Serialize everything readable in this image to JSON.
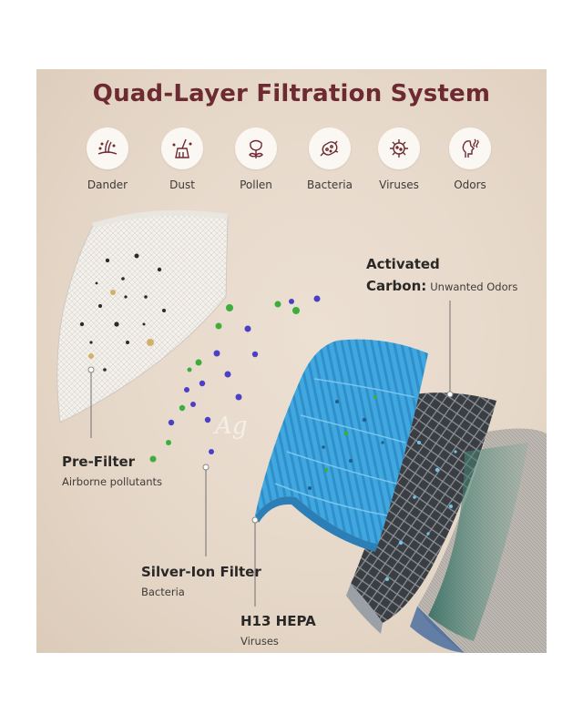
{
  "title": "Quad-Layer Filtration System",
  "categories": [
    {
      "label": "Dander",
      "icon": "dander-icon"
    },
    {
      "label": "Dust",
      "icon": "dust-icon"
    },
    {
      "label": "Pollen",
      "icon": "pollen-icon"
    },
    {
      "label": "Bacteria",
      "icon": "bacteria-icon"
    },
    {
      "label": "Viruses",
      "icon": "viruses-icon"
    },
    {
      "label": "Odors",
      "icon": "odors-icon"
    }
  ],
  "layers": {
    "carbon": {
      "name_line1": "Activated",
      "name_line2": "Carbon:",
      "sub": "Unwanted Odors"
    },
    "prefilter": {
      "name": "Pre-Filter",
      "sub": "Airborne pollutants"
    },
    "silver": {
      "name": "Silver-Ion Filter",
      "sub": "Bacteria"
    },
    "hepa": {
      "name": "H13 HEPA",
      "sub": "Viruses"
    }
  },
  "ion_symbol": "Ag",
  "colors": {
    "title": "#6e2a33",
    "background": "#e6d8c9",
    "hepa_blue": "#3fa3dc",
    "particle_purple": "#4b3fc6",
    "particle_green": "#3cae3c",
    "carbon_dark": "#2f3236"
  }
}
